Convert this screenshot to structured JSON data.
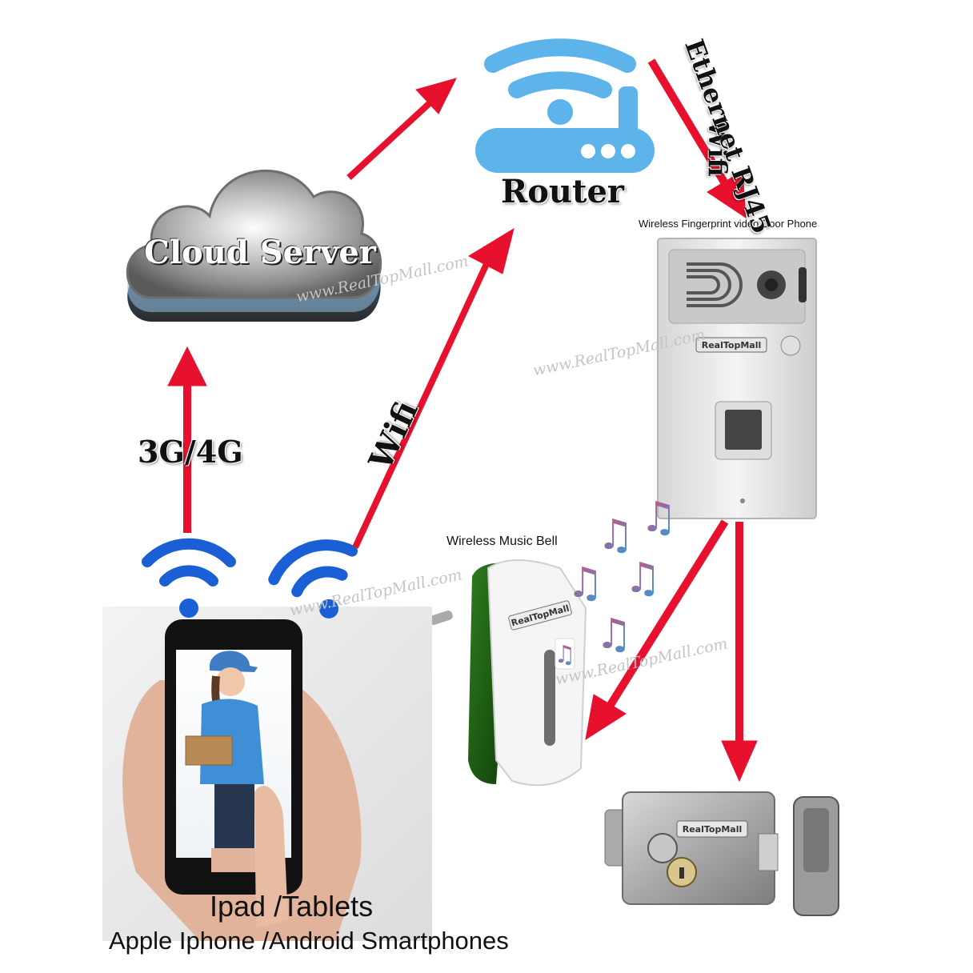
{
  "nodes": {
    "router": "Router",
    "cloud": "Cloud Server",
    "door_phone": "Wireless Fingerprint video Door Phone",
    "music_bell": "Wireless Music Bell",
    "devices_line1": "Ipad /Tablets",
    "devices_line2": "Apple Iphone /Android Smartphones"
  },
  "links": {
    "router_to_door": "Wifi",
    "router_to_door_alt": "Ethernet RJ45",
    "phone_to_router": "Wifi",
    "phone_to_cloud": "3G/4G"
  },
  "branding": {
    "logo": "RealTopMall",
    "watermark": "www.RealTopMall.com"
  },
  "colors": {
    "arrow": "#e8112d",
    "wifi_blue": "#1a5fd6",
    "router_blue": "#5cb4ea"
  }
}
